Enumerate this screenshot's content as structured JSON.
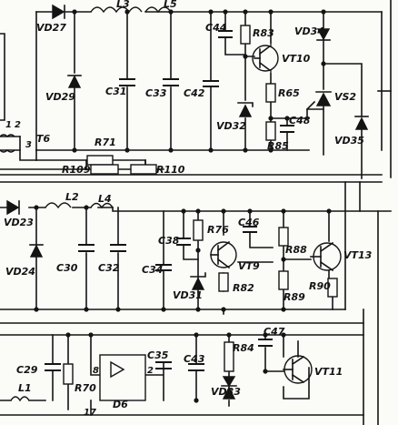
{
  "labels": {
    "vd27": "VD27",
    "vd29": "VD29",
    "l3": "L3",
    "l5": "L5",
    "c31": "C31",
    "c33": "C33",
    "c42": "C42",
    "c44": "C44",
    "r83": "R83",
    "vt10": "VT10",
    "vd34": "VD34",
    "r65": "R65",
    "vs2": "VS2",
    "vd32": "VD32",
    "c48": "C48",
    "r85": "R85",
    "vd35": "VD35",
    "t6": "T6",
    "t6_pin1": "1",
    "t6_pin2": "2",
    "t6_pin3": "3",
    "r71": "R71",
    "r109": "R109",
    "r110": "R110",
    "vd23": "VD23",
    "l2": "L2",
    "l4": "L4",
    "vd24": "VD24",
    "c30": "C30",
    "c32": "C32",
    "c34": "C34",
    "c38": "C38",
    "r76": "R76",
    "vt9": "VT9",
    "vd31": "VD31",
    "r82": "R82",
    "c46": "C46",
    "r88": "R88",
    "r89": "R89",
    "vt13": "VT13",
    "r90": "R90",
    "c29": "C29",
    "l1": "L1",
    "r70": "R70",
    "d6": "D6",
    "d6_pin8": "8",
    "d6_pin2": "2",
    "d6_pin17": "17",
    "c35": "C35",
    "c43": "C43",
    "r84": "R84",
    "c47": "C47",
    "vd33": "VD33",
    "vt11": "VT11"
  }
}
